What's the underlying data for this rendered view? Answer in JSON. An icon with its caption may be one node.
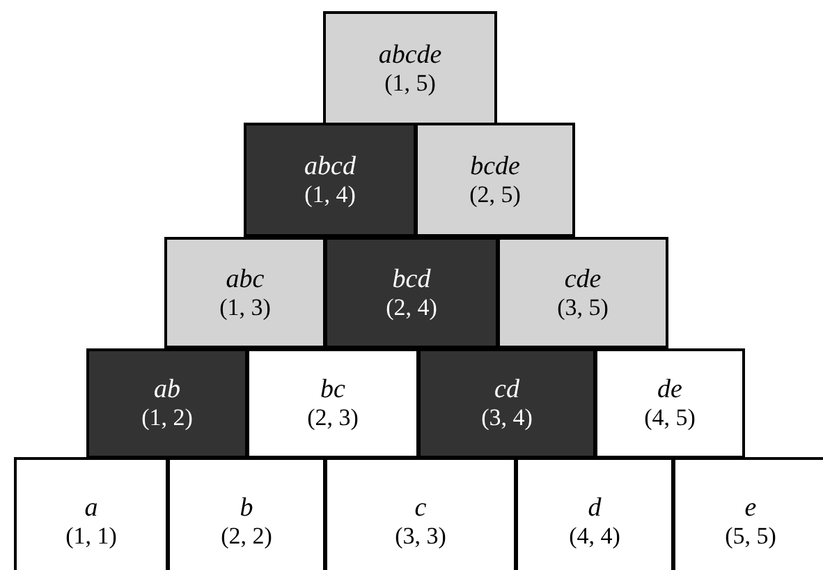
{
  "diagram": {
    "nodes": [
      {
        "text": [
          "abcde",
          "(1, 5)"
        ]
      },
      {
        "text": [
          "abcd",
          "(1, 4)"
        ]
      },
      {
        "text": [
          "bcde",
          "(2, 5)"
        ]
      },
      {
        "text": [
          "abc",
          "(1, 3)"
        ]
      },
      {
        "text": [
          "bcd",
          "(2, 4)"
        ]
      },
      {
        "text": [
          "cde",
          "(3, 5)"
        ]
      },
      {
        "text": [
          "ab",
          "(1, 2)"
        ]
      },
      {
        "text": [
          "bc",
          "(2, 3)"
        ]
      },
      {
        "text": [
          "cd",
          "(3, 4)"
        ]
      },
      {
        "text": [
          "de",
          "(4, 5)"
        ]
      },
      {
        "text": [
          "a",
          "(1, 1)"
        ]
      },
      {
        "text": [
          "b",
          "(2, 2)"
        ]
      },
      {
        "text": [
          "c",
          "(3, 3)"
        ]
      },
      {
        "text": [
          "d",
          "(4, 4)"
        ]
      },
      {
        "text": [
          "e",
          "(5, 5)"
        ]
      }
    ]
  }
}
